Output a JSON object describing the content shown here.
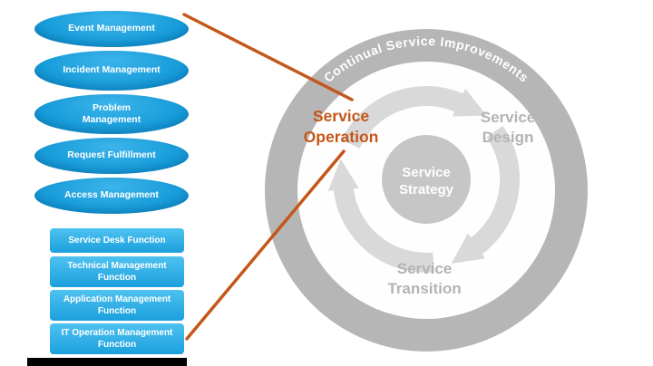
{
  "left_panel": {
    "processes": [
      {
        "label": "Event Management"
      },
      {
        "label": "Incident Management"
      },
      {
        "label": "Problem Management"
      },
      {
        "label": "Request Fulfillment"
      },
      {
        "label": "Access Management"
      }
    ],
    "functions": [
      {
        "label": "Service Desk Function"
      },
      {
        "label": "Technical Management Function"
      },
      {
        "label": "Application Management Function"
      },
      {
        "label": "IT Operation Management Function"
      }
    ]
  },
  "lifecycle": {
    "ring_label": "Continual Service Improvements",
    "center": {
      "line1": "Service",
      "line2": "Strategy"
    },
    "design": {
      "line1": "Service",
      "line2": "Design"
    },
    "transition": {
      "line1": "Service",
      "line2": "Transition"
    },
    "operation": {
      "line1": "Service",
      "line2": "Operation"
    }
  },
  "colors": {
    "process_blue": "#169cd9",
    "function_blue": "#2bb0e6",
    "ring_gray": "#b6b6b6",
    "arrow_gray": "#d9d9d9",
    "center_gray": "#c6c6c6",
    "stage_gray": "#b3b3b3",
    "accent_orange": "#c4571a"
  }
}
